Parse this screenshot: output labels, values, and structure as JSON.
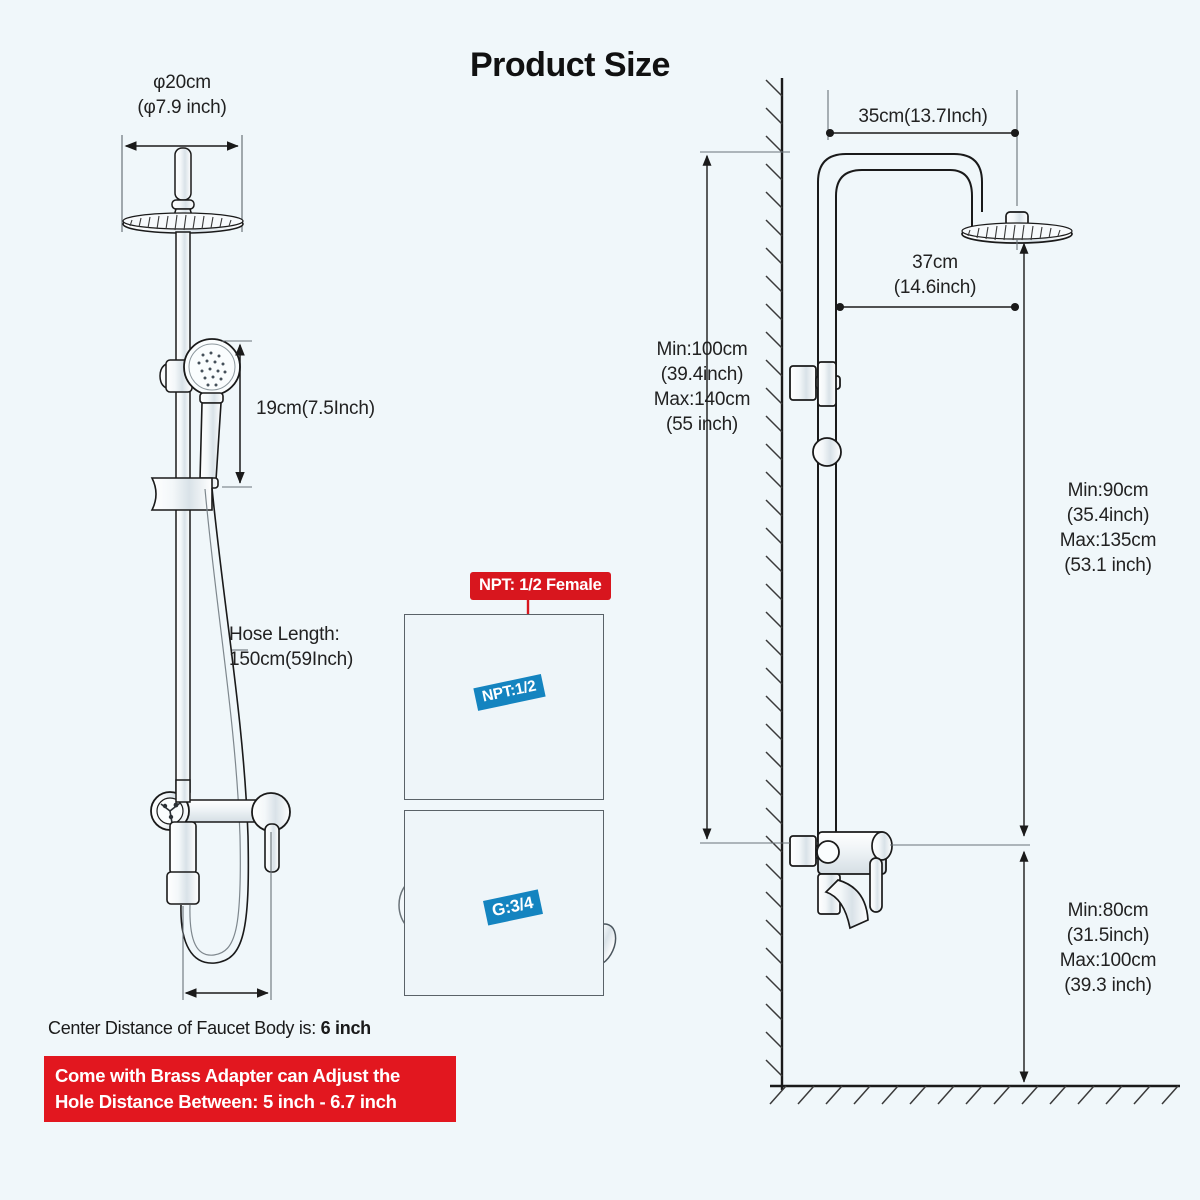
{
  "page": {
    "title": "Product Size",
    "background_color": "#f0f7fa",
    "line_color": "#1a1a1a",
    "red": "#e2171f",
    "blue": "#1484c0"
  },
  "left_view": {
    "head_diameter": {
      "line1": "φ20cm",
      "line2": "(φ7.9 inch)"
    },
    "handheld_length": "19cm(7.5Inch)",
    "hose_length": {
      "line1": "Hose Length:",
      "line2": "150cm(59Inch)"
    }
  },
  "insets": {
    "npt_callout": "NPT: 1/2 Female",
    "npt_tag": "NPT:1/2",
    "g_tag": "G:3/4"
  },
  "notes": {
    "center_distance_prefix": "Center Distance of Faucet Body is: ",
    "center_distance_value": "6 inch",
    "adapter_line1": "Come with Brass Adapter can Adjust the",
    "adapter_line2_prefix": "Hole Distance Between: ",
    "adapter_line2_value": "5 inch - 6.7 inch"
  },
  "right_view": {
    "arm_reach": "35cm(13.7Inch)",
    "head_offset": {
      "line1": "37cm",
      "line2": "(14.6inch)"
    },
    "wall_inlet_height": {
      "line1": "Min:100cm",
      "line2": "(39.4inch)",
      "line3": "Max:140cm",
      "line4": "(55 inch)"
    },
    "head_to_valve": {
      "line1": "Min:90cm",
      "line2": "(35.4inch)",
      "line3": "Max:135cm",
      "line4": "(53.1 inch)"
    },
    "valve_to_floor": {
      "line1": "Min:80cm",
      "line2": "(31.5inch)",
      "line3": "Max:100cm",
      "line4": "(39.3 inch)"
    }
  }
}
